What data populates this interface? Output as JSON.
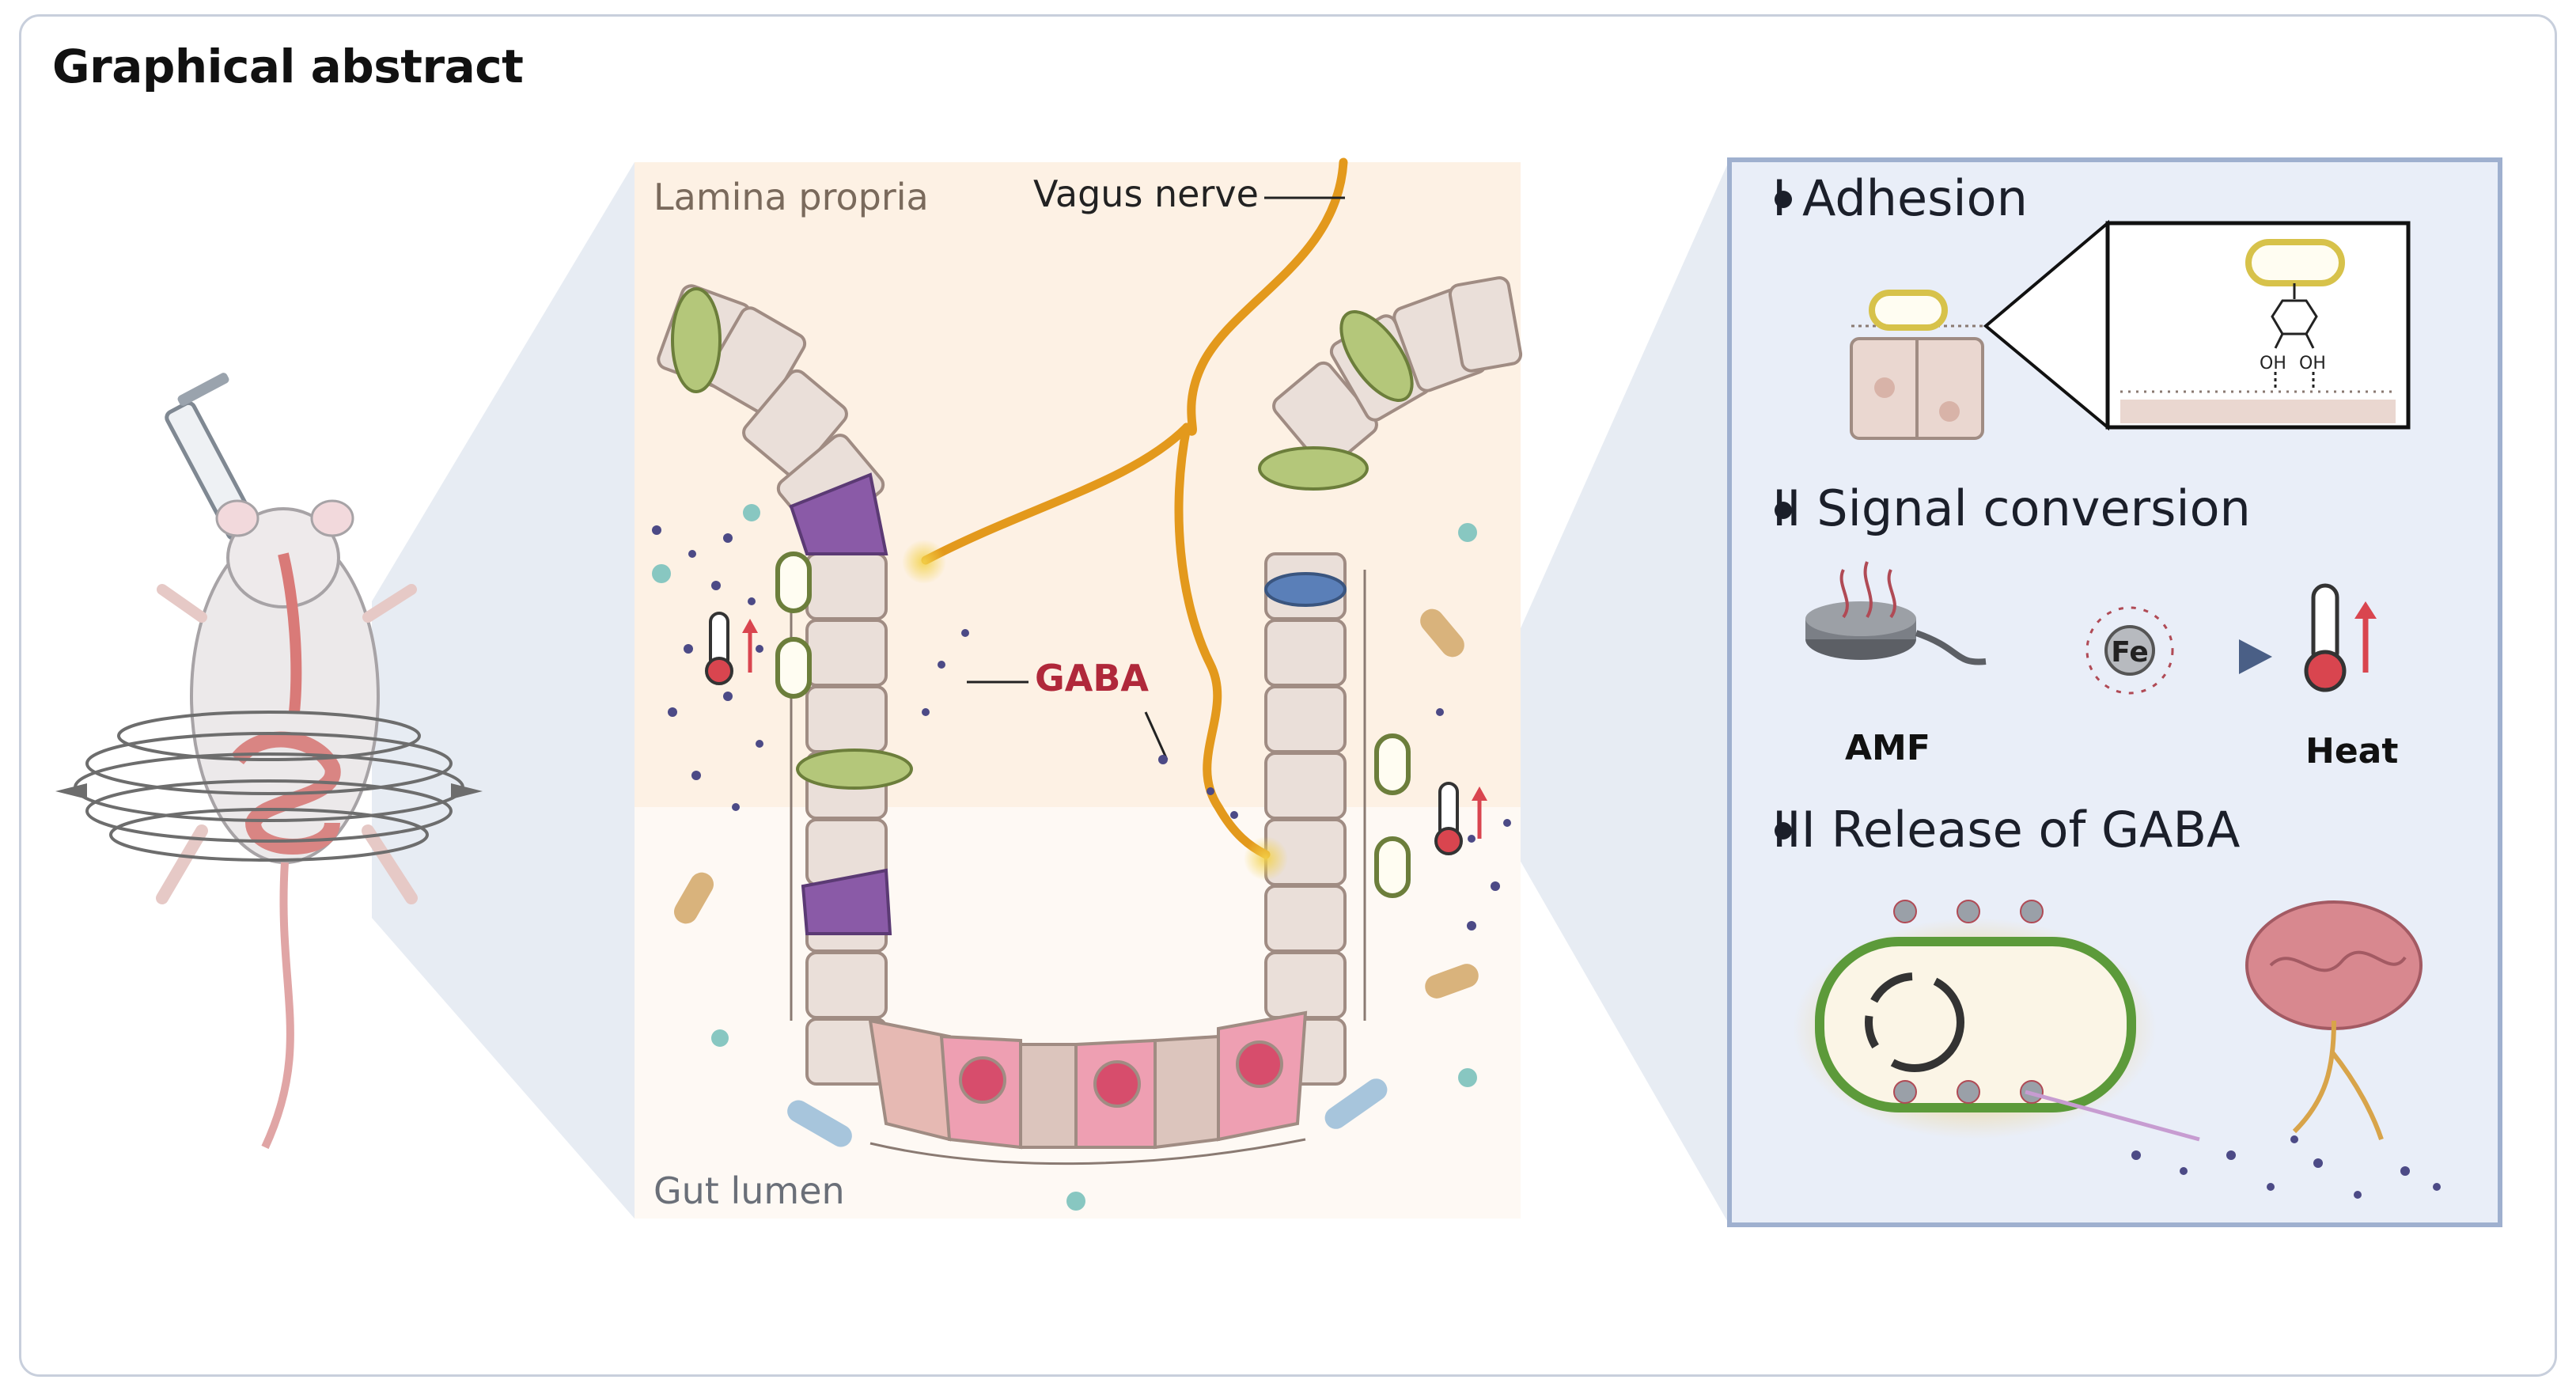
{
  "title": "Graphical abstract",
  "villus": {
    "lamina_propria": "Lamina propria",
    "gut_lumen": "Gut lumen",
    "vagus_nerve": "Vagus nerve",
    "gaba": "GABA"
  },
  "panel": {
    "step1": "I Adhesion",
    "step2": "II Signal conversion",
    "step3": "III Release of GABA",
    "amf": "AMF",
    "heat": "Heat",
    "fe": "Fe",
    "oh1": "OH",
    "oh2": "OH"
  },
  "colors": {
    "frame": "#c8cfdc",
    "panel_bg": "#e9eef8",
    "panel_border": "#9fb0cf",
    "villus_bg": "#fdf1e4",
    "nerve": "#e3991c",
    "gaba_text": "#b0283a",
    "bacteria_glow": "#d7c24a"
  }
}
